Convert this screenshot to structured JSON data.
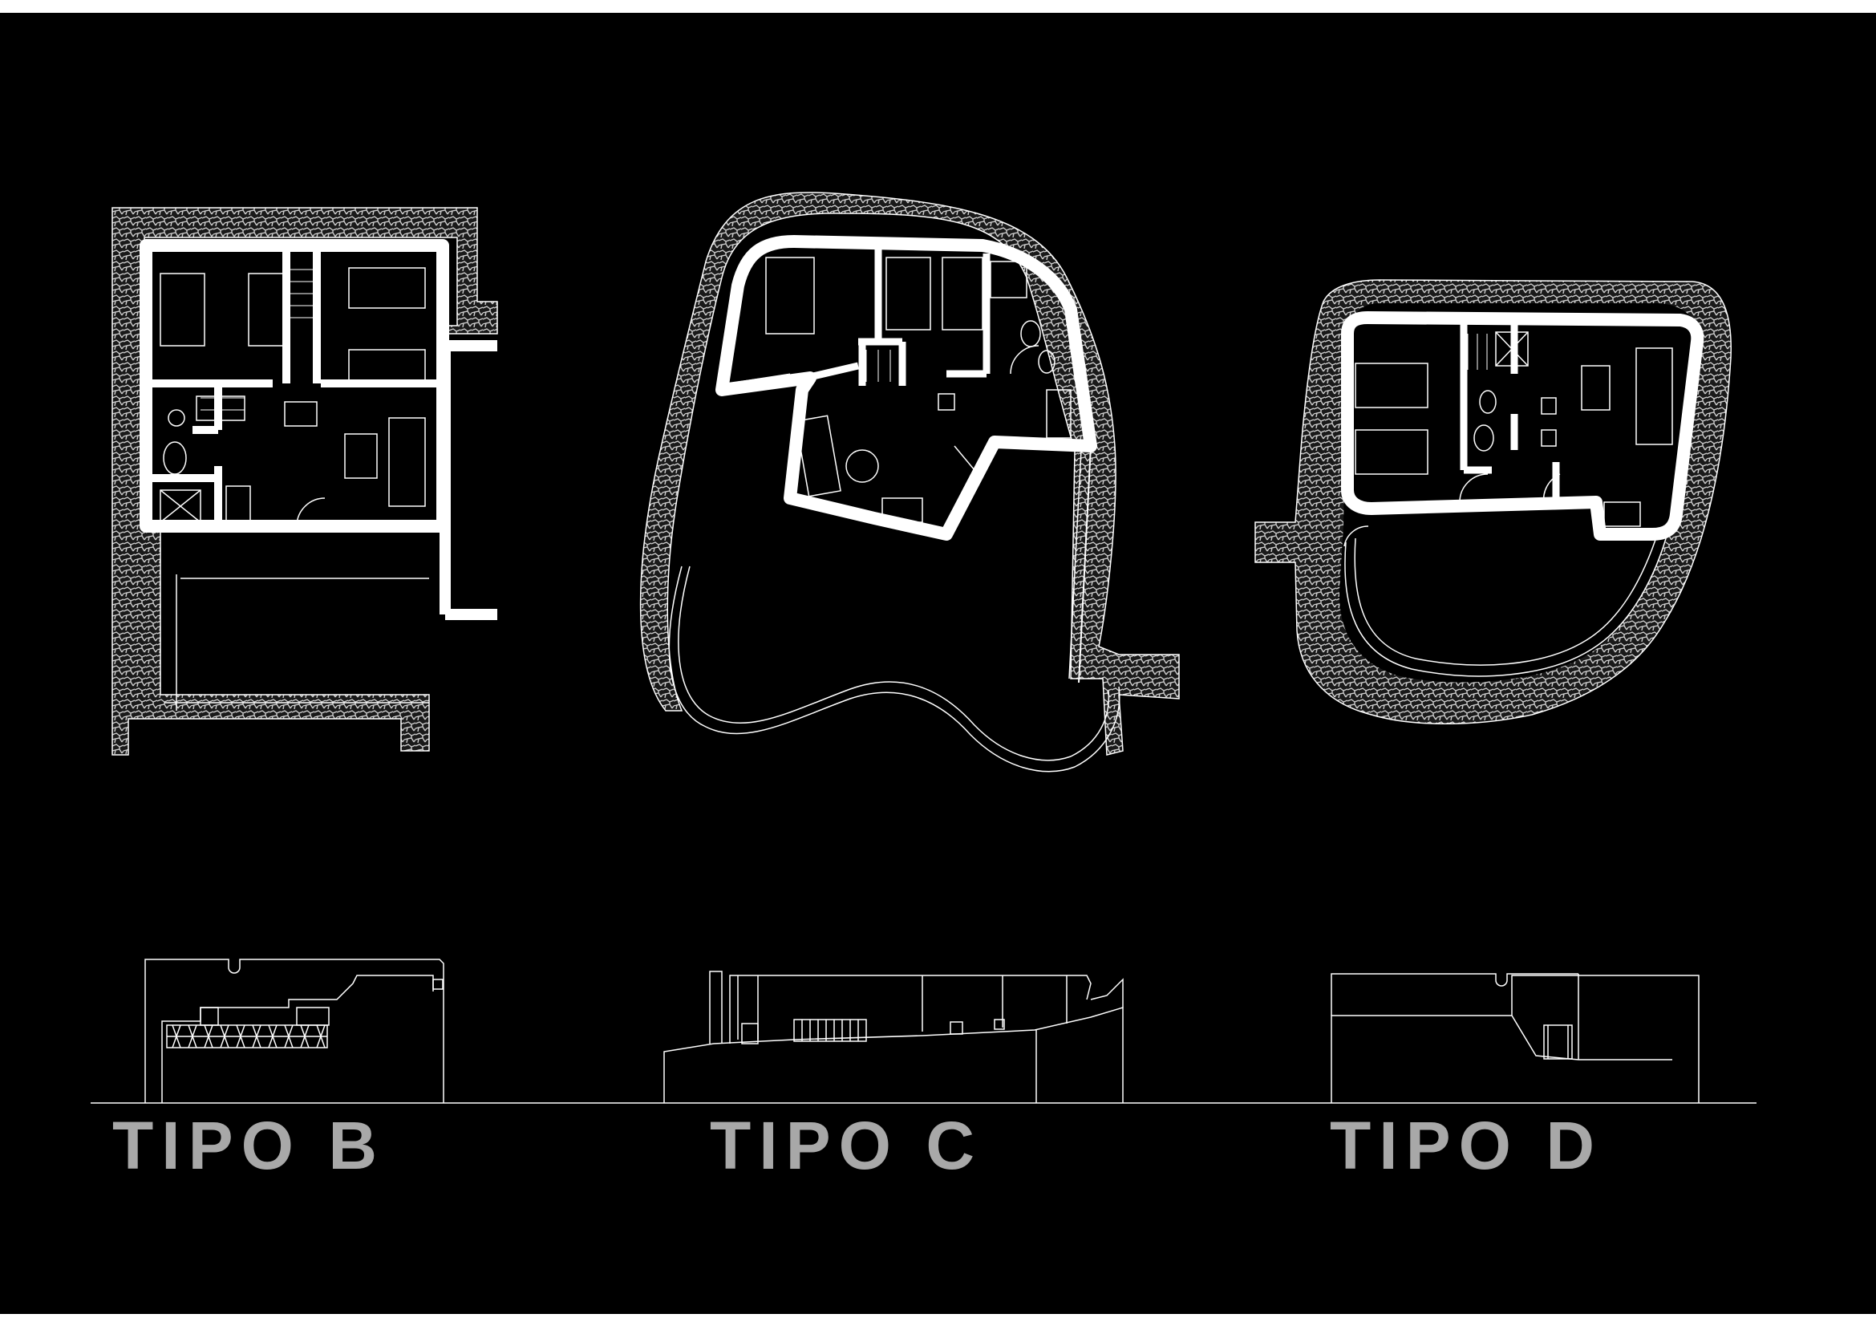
{
  "labels": {
    "tipo_b": "TIPO B",
    "tipo_c": "TIPO C",
    "tipo_d": "TIPO D"
  },
  "colors": {
    "background": "#000000",
    "walls": "#ffffff",
    "stone_fill": "#bdbdbd",
    "label_text": "#a8a8a8",
    "page_border": "#ffffff"
  }
}
